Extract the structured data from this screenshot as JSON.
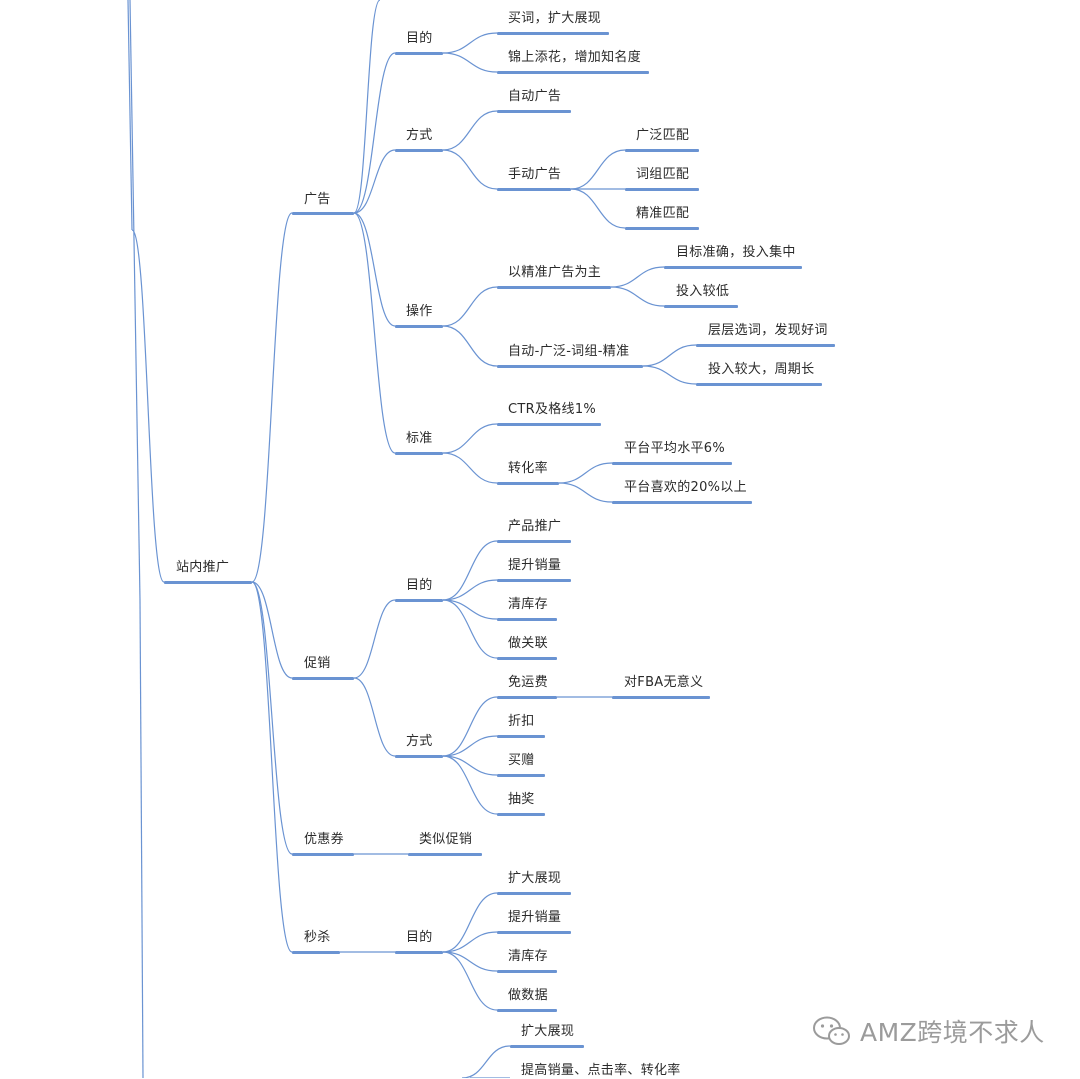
{
  "mindmap": {
    "root": "站内推广",
    "ad": {
      "label": "广告",
      "purpose": {
        "label": "目的",
        "items": [
          "买词，扩大展现",
          "锦上添花，增加知名度"
        ]
      },
      "method": {
        "label": "方式",
        "auto": "自动广告",
        "manual": "手动广告",
        "match": [
          "广泛匹配",
          "词组匹配",
          "精准匹配"
        ]
      },
      "operation": {
        "label": "操作",
        "exact_main": "以精准广告为主",
        "exact_children": [
          "目标准确，投入集中",
          "投入较低"
        ],
        "flow": "自动-广泛-词组-精准",
        "flow_children": [
          "层层选词，发现好词",
          "投入较大，周期长"
        ]
      },
      "standard": {
        "label": "标准",
        "ctr": "CTR及格线1%",
        "cvr": "转化率",
        "cvr_children": [
          "平台平均水平6%",
          "平台喜欢的20%以上"
        ]
      }
    },
    "promo": {
      "label": "促销",
      "purpose": {
        "label": "目的",
        "items": [
          "产品推广",
          "提升销量",
          "清库存",
          "做关联"
        ]
      },
      "method": {
        "label": "方式",
        "free_shipping": "免运费",
        "free_shipping_note": "对FBA无意义",
        "items": [
          "折扣",
          "买赠",
          "抽奖"
        ]
      }
    },
    "coupon": {
      "label": "优惠券",
      "note": "类似促销"
    },
    "flash": {
      "label": "秒杀",
      "purpose": {
        "label": "目的",
        "items": [
          "扩大展现",
          "提升销量",
          "清库存",
          "做数据"
        ]
      }
    },
    "next": {
      "items": [
        "扩大展现",
        "提高销量、点击率、转化率"
      ]
    }
  },
  "watermark": {
    "text": "AMZ跨境不求人",
    "icon": "wechat-icon"
  },
  "colors": {
    "line": "#6a93d2",
    "text": "#2a2a2a",
    "watermark": "#9b9b9b"
  }
}
